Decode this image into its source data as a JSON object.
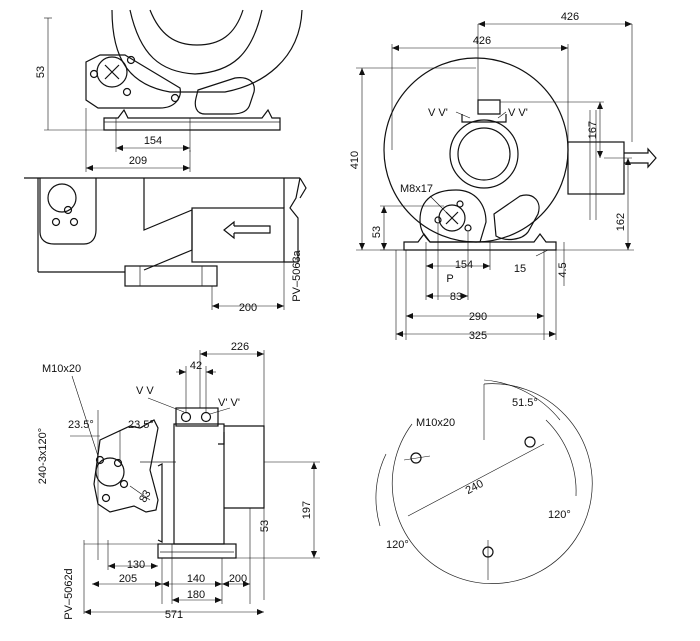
{
  "colors": {
    "line": "#111111",
    "background": "#ffffff"
  },
  "drawing_codes": {
    "top_view": "PV–5063a",
    "bottom_view": "PV–5062d"
  },
  "top_left": {
    "dim_53": "53",
    "dim_154": "154",
    "dim_209": "209"
  },
  "mid_left": {
    "dim_200": "200"
  },
  "front_view": {
    "dim_426_outer": "426",
    "dim_426_inner": "426",
    "dim_410": "410",
    "dim_167": "167",
    "dim_162": "162",
    "dim_53": "53",
    "dim_154": "154",
    "dim_15": "15",
    "dim_45": "4.5",
    "dim_p": "P",
    "dim_83": "83",
    "dim_290": "290",
    "dim_325": "325",
    "label_vv_left": "V V'",
    "label_vv_right": "V V'",
    "label_bolt": "M8x17"
  },
  "side_view": {
    "label_bolt": "M10x20",
    "dim_226": "226",
    "dim_42": "42",
    "label_vv_left": "V V",
    "label_vv_right": "V' V'",
    "angle_pattern": "240-3x120°",
    "angle_a": "23.5°",
    "angle_b": "23.5°",
    "dim_83": "83",
    "dim_197": "197",
    "dim_53": "53",
    "dim_130": "130",
    "dim_205": "205",
    "dim_140": "140",
    "dim_200": "200",
    "dim_180": "180",
    "dim_571": "571"
  },
  "flange_view": {
    "label_bolt": "M10x20",
    "angle_top": "51.5°",
    "dim_240": "240",
    "angle_right": "120°",
    "angle_left": "120°"
  }
}
